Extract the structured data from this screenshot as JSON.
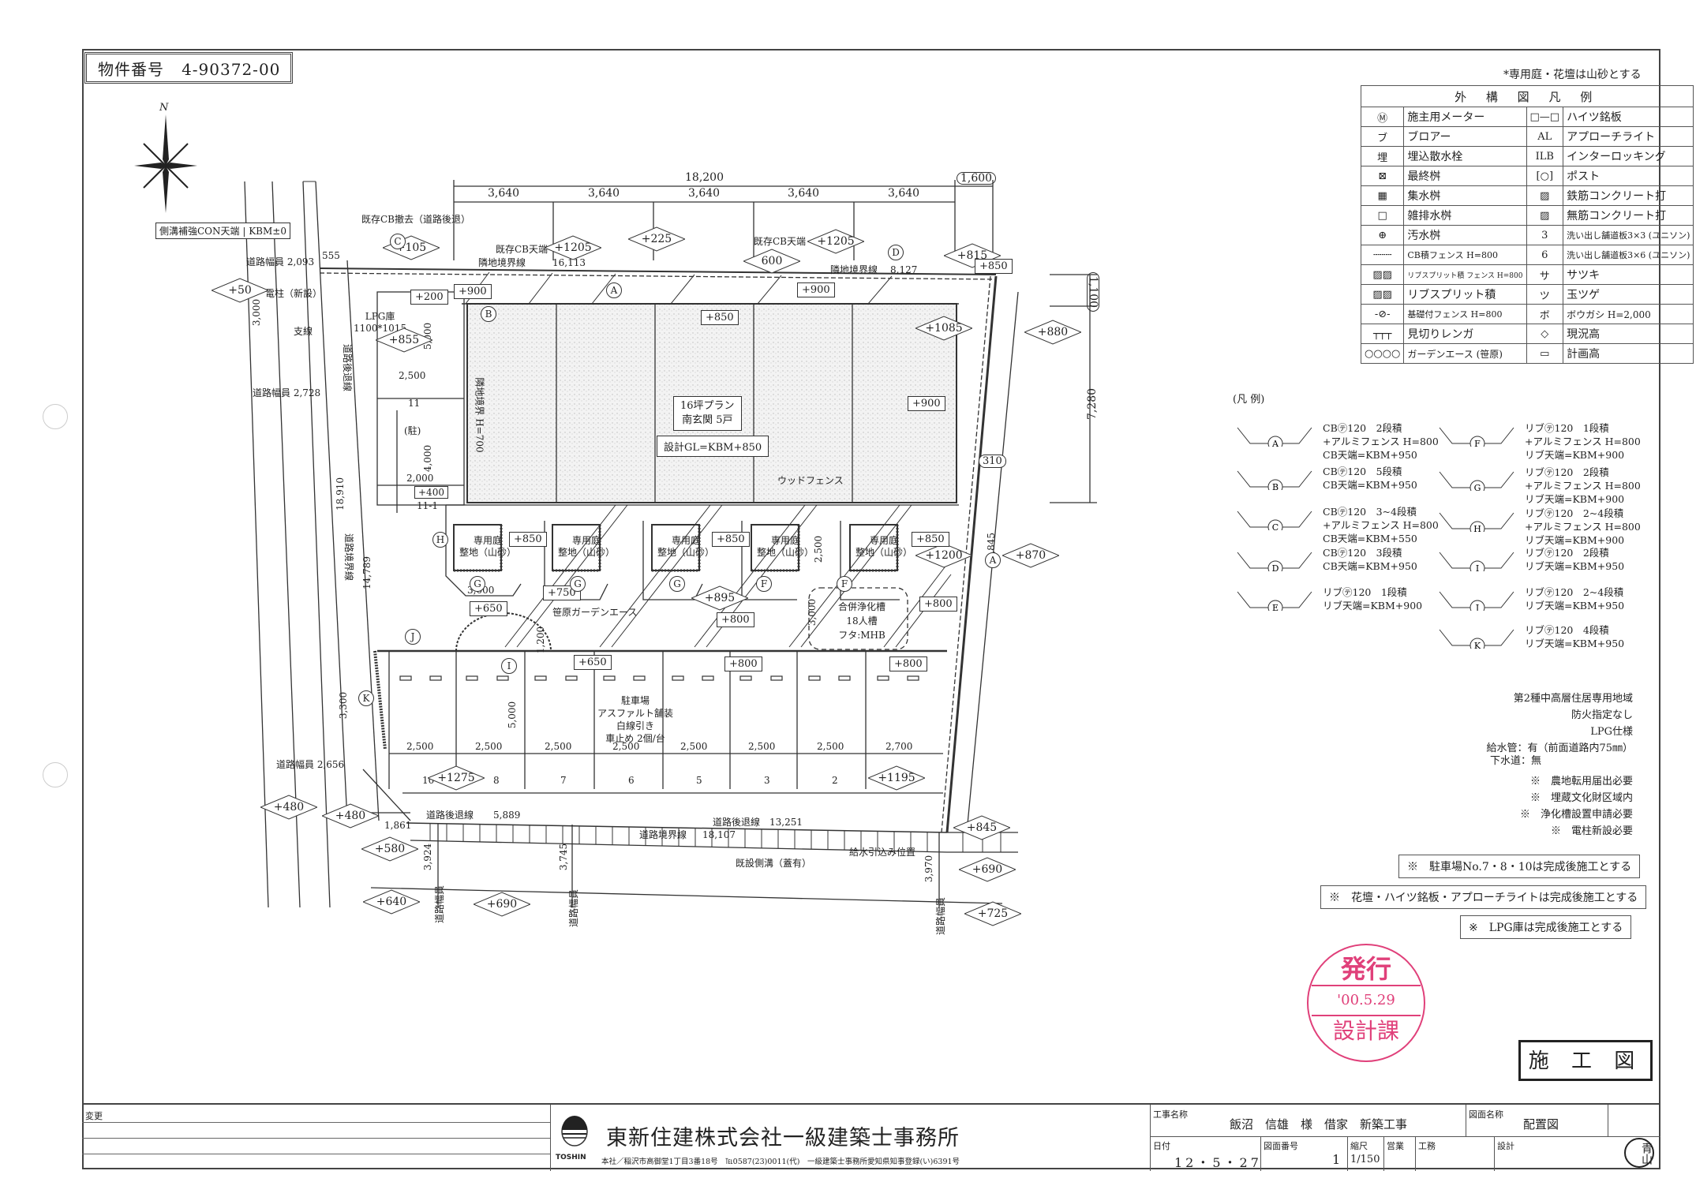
{
  "header": {
    "property_label": "物件番号",
    "property_number": "4-90372-00",
    "north_label": "N",
    "top_note": "*専用庭・花壇は山砂とする"
  },
  "legend_table": {
    "title": "外 構 図 凡 例",
    "rows": [
      {
        "sym1": "M-circle-icon",
        "glyph1": "Ⓜ",
        "label1": "施主用メーター",
        "sym2": "nameplate-icon",
        "glyph2": "□—□",
        "label2": "ハイツ銘板"
      },
      {
        "sym1": "blower-icon",
        "glyph1": "ブ",
        "label1": "ブロアー",
        "sym2": "approach-light-icon",
        "glyph2": "AL",
        "label2": "アプローチライト"
      },
      {
        "sym1": "sprinkler-icon",
        "glyph1": "埋",
        "label1": "埋込散水栓",
        "sym2": "interlocking-icon",
        "glyph2": "ILB",
        "label2": "インターロッキング"
      },
      {
        "sym1": "final-basin-icon",
        "glyph1": "⊠",
        "label1": "最終桝",
        "sym2": "post-icon",
        "glyph2": "[○]",
        "label2": "ポスト"
      },
      {
        "sym1": "catch-basin-icon",
        "glyph1": "▦",
        "label1": "集水桝",
        "sym2": "rebar-concrete-icon",
        "glyph2": "▨",
        "label2": "鉄筋コンクリート打"
      },
      {
        "sym1": "drain-basin-icon",
        "glyph1": "□",
        "label1": "雑排水桝",
        "sym2": "plain-concrete-icon",
        "glyph2": "▨",
        "label2": "無筋コンクリート打"
      },
      {
        "sym1": "sewage-basin-icon",
        "glyph1": "⊕",
        "label1": "汚水桝",
        "sym2": "paving-3x3-icon",
        "glyph2": "3",
        "label2": "洗い出し舗道板3×3 (ユニソン)"
      },
      {
        "sym1": "cb-fence-icon",
        "glyph1": "┄┄┄",
        "label1": "CB積フェンス H=800",
        "sym2": "paving-3x6-icon",
        "glyph2": "6",
        "label2": "洗い出し舗道板3×6 (ユニソン)"
      },
      {
        "sym1": "rib-fence-icon",
        "glyph1": "▨▨",
        "label1": "リブスプリット積 フェンス H=800",
        "sym2": "satsuki-icon",
        "glyph2": "サ",
        "label2": "サツキ"
      },
      {
        "sym1": "rib-split-icon",
        "glyph1": "▨▨",
        "label1": "リブスプリット積",
        "sym2": "tamatsuge-icon",
        "glyph2": "ツ",
        "label2": "玉ツゲ"
      },
      {
        "sym1": "base-fence-icon",
        "glyph1": "-⊘-",
        "label1": "基礎付フェンス H=800",
        "sym2": "bougashi-icon",
        "glyph2": "ボ",
        "label2": "ボウガシ H=2,000"
      },
      {
        "sym1": "brick-edge-icon",
        "glyph1": "┬┬┬",
        "label1": "見切りレンガ",
        "sym2": "existing-height-icon",
        "glyph2": "◇",
        "label2": "現況高"
      },
      {
        "sym1": "garden-ace-icon",
        "glyph1": "○○○○",
        "label1": "ガーデンエース (笹原)",
        "sym2": "planned-height-icon",
        "glyph2": "▭",
        "label2": "計画高"
      }
    ]
  },
  "section_legend": {
    "title": "(凡 例)",
    "items": [
      {
        "key": "A",
        "lines": [
          "CB㋢120　2段積",
          "+アルミフェンス H=800",
          "CB天端=KBM+950"
        ]
      },
      {
        "key": "B",
        "lines": [
          "CB㋢120　5段積",
          "CB天端=KBM+950"
        ]
      },
      {
        "key": "C",
        "lines": [
          "CB㋢120　3~4段積",
          "+アルミフェンス H=800",
          "CB天端=KBM+550"
        ]
      },
      {
        "key": "D",
        "lines": [
          "CB㋢120　3段積",
          "CB天端=KBM+950"
        ]
      },
      {
        "key": "E",
        "lines": [
          "リブ㋢120　1段積",
          "リブ天端=KBM+900"
        ]
      },
      {
        "key": "F",
        "lines": [
          "リブ㋢120　1段積",
          "+アルミフェンス H=800",
          "リブ天端=KBM+900"
        ]
      },
      {
        "key": "G",
        "lines": [
          "リブ㋢120　2段積",
          "+アルミフェンス H=800",
          "リブ天端=KBM+900"
        ]
      },
      {
        "key": "H",
        "lines": [
          "リブ㋢120　2~4段積",
          "+アルミフェンス H=800",
          "リブ天端=KBM+900"
        ]
      },
      {
        "key": "I",
        "lines": [
          "リブ㋢120　2段積",
          "リブ天端=KBM+950"
        ]
      },
      {
        "key": "J",
        "lines": [
          "リブ㋢120　2~4段積",
          "リブ天端=KBM+950"
        ]
      },
      {
        "key": "K",
        "lines": [
          "リブ㋢120　4段積",
          "リブ天端=KBM+950"
        ]
      }
    ]
  },
  "site_conditions": {
    "zone": "第2種中高層住居専用地域",
    "fire": "防火指定なし",
    "gas": "LPG仕様",
    "water": "給水管：有（前面道路内75㎜）",
    "sewer": "下水道：無",
    "notes": [
      "※　農地転用届出必要",
      "※　埋蔵文化財区域内",
      "※　浄化槽設置申請必要",
      "※　電柱新設必要"
    ]
  },
  "boxed_notes": [
    "※　駐車場No.7・8・10は完成後施工とする",
    "※　花壇・ハイツ銘板・アプローチライトは完成後施工とする",
    "※　LPG庫は完成後施工とする"
  ],
  "stamp": {
    "top": "発行",
    "date": "'00.5.29",
    "bottom": "設計課",
    "color": "#e0407a"
  },
  "drawing_status": "施 工 図",
  "plan": {
    "dims_top": {
      "total": "18,200",
      "extra": "1,600",
      "spans": [
        "3,640",
        "3,640",
        "3,640",
        "3,640",
        "3,640"
      ]
    },
    "dims_right": {
      "upper": "1,100",
      "main": "7,280"
    },
    "building": {
      "plan": "16坪プラン",
      "entrance": "南玄関 5戸",
      "gl": "設計GL=KBM+850",
      "side_fence": "隣地境界 H=700"
    },
    "wood_fence": "ウッドフェンス",
    "gardens": [
      {
        "label1": "専用庭",
        "label2": "整地（山砂）"
      },
      {
        "label1": "専用庭",
        "label2": "整地（山砂）"
      },
      {
        "label1": "専用庭",
        "label2": "整地（山砂）"
      },
      {
        "label1": "専用庭",
        "label2": "整地（山砂）"
      },
      {
        "label1": "専用庭",
        "label2": "整地（山砂）"
      }
    ],
    "septic": {
      "l1": "合併浄化槽",
      "l2": "18人槽",
      "l3": "フタ:MHB"
    },
    "garden_ace": "笹原ガーデンエース",
    "parking": {
      "l1": "駐車場",
      "l2": "アスファルト舗装",
      "l3": "白線引き",
      "l4": "車止め 2個/台",
      "widths": [
        "2,500",
        "2,500",
        "2,500",
        "2,500",
        "2,500",
        "2,500",
        "2,500",
        "2,700"
      ],
      "numbers": [
        "10",
        "8",
        "7",
        "6",
        "5",
        "3",
        "2",
        ""
      ],
      "depth": "5,000"
    },
    "annotations": {
      "side_ditch": "側溝補強CON天端",
      "side_ditch_kbm": "KBM±0",
      "cb_removal": "既存CB撤去（道路後退）",
      "cb_top_1": "既存CB天端",
      "boundary_1": "隣地境界線",
      "len_16113": "16,113",
      "cb_top_2": "既存CB天端",
      "boundary_2": "隣地境界線",
      "len_8127": "8,127",
      "road_width_1": "道路幅員 2,093",
      "len_555": "555",
      "road_width_2": "道路幅員 2,728",
      "road_width_3": "道路幅員 2,656",
      "pole": "電柱（新設）",
      "stay": "支線",
      "lpg": "LPG庫",
      "lpg_size": "1100*1015",
      "road_setback_1": "道路後退線",
      "len_18910": "18,910",
      "len_14789": "14,789",
      "len_20845": "20,845",
      "road_boundary": "道路境界線",
      "road_setback_2": "道路後退線",
      "len_5889": "5,889",
      "road_setback_3": "道路後退線",
      "len_13251": "13,251",
      "road_boundary_2": "道路境界線",
      "len_18107": "18,107",
      "existing_ditch": "既設側溝（蓋有）",
      "water_intake": "給水引込み位置",
      "d_3924": "3,924",
      "d_3745": "3,745",
      "d_3970": "3,970",
      "d_3000": "3,000",
      "d_5000": "5,000",
      "d_2500": "2,500",
      "d_4000": "4,000",
      "d_2000": "2,000",
      "d_3300": "3,300",
      "d_1861": "1,861",
      "d_1200": "1,200",
      "d_3000b": "3,000",
      "d_2500b": "2,500",
      "d_3000c": "3,000",
      "slot_11": "11",
      "slot_11_1": "11-1",
      "bike": "(駐)",
      "road_width_lbl": "道路幅員"
    },
    "existing_heights": [
      "+105",
      "+50",
      "+855",
      "+1205",
      "+225",
      "+1205",
      "600",
      "+815",
      "+1085",
      "+880",
      "+870",
      "+895",
      "+1200",
      "+1275",
      "+1195",
      "+480",
      "+480",
      "+580",
      "+640",
      "+690",
      "+845",
      "+690",
      "+725"
    ],
    "planned_heights": {
      "p200": "+200",
      "p900a": "+900",
      "p850a": "+850",
      "p900b": "+900",
      "p900c": "+900",
      "p850b": "+850",
      "p400": "+400",
      "p850c": "+850",
      "p850d": "+850",
      "p850e": "+850",
      "p750": "+750",
      "p650a": "+650",
      "p800a": "+800",
      "p800b": "+800",
      "p650b": "+650",
      "p800c": "+800",
      "p800d": "+800",
      "p310": "310"
    }
  },
  "title_block": {
    "change_label": "変更",
    "company": "東新住建株式会社一級建築士事務所",
    "logo_text": "TOSHIN",
    "address": "本社／稲沢市高御堂1丁目3番18号　℡0587(23)0011(代)　一級建築士事務所愛知県知事登録(い)6391号",
    "project_label": "工事名称",
    "project": "飯沼　信雄　様　借家　新築工事",
    "drawing_name_label": "図面名称",
    "drawing_name": "配置図",
    "date_label": "日付",
    "date": "12・5・27",
    "drawing_no_label": "図面番号",
    "drawing_no": "1",
    "scale_label": "縮尺",
    "scale": "1/150",
    "sales_label": "営業",
    "works_label": "工務",
    "design_label": "設計",
    "seal": "青山"
  }
}
